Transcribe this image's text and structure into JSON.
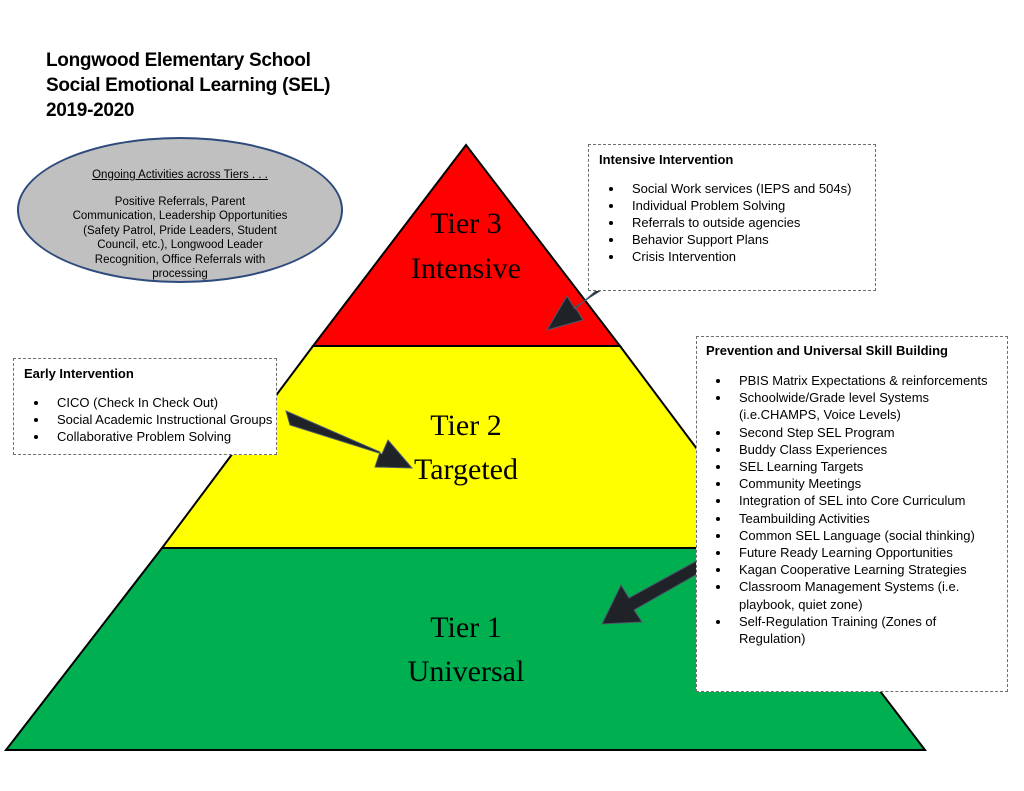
{
  "header": {
    "line1": "Longwood Elementary School",
    "line2": "Social Emotional Learning (SEL)",
    "line3": "2019-2020"
  },
  "pyramid": {
    "colors": {
      "tier3": "#ff0000",
      "tier2": "#ffff00",
      "tier1": "#00b050",
      "arrow": "#1f2328"
    },
    "tier3": {
      "name": "Tier 3",
      "label": "Intensive"
    },
    "tier2": {
      "name": "Tier 2",
      "label": "Targeted"
    },
    "tier1": {
      "name": "Tier 1",
      "label": "Universal"
    }
  },
  "ongoing": {
    "heading": "Ongoing Activities across Tiers . . .",
    "body": "Positive Referrals, Parent Communication, Leadership Opportunities (Safety Patrol, Pride Leaders, Student Council, etc.), Longwood Leader Recognition, Office Referrals with processing"
  },
  "intensive_box": {
    "title": "Intensive Intervention",
    "items": [
      "Social Work services (IEPS and 504s)",
      "Individual Problem Solving",
      "Referrals to outside agencies",
      "Behavior Support Plans",
      "Crisis Intervention"
    ]
  },
  "early_box": {
    "title": "Early Intervention",
    "items": [
      "CICO (Check In Check Out)",
      "Social Academic Instructional Groups",
      "Collaborative Problem Solving"
    ]
  },
  "prevention_box": {
    "title": "Prevention and Universal Skill Building",
    "items": [
      "PBIS Matrix Expectations & reinforcements",
      "Schoolwide/Grade level Systems (i.e.CHAMPS, Voice Levels)",
      "Second Step SEL Program",
      "Buddy Class Experiences",
      "SEL Learning Targets",
      "Community Meetings",
      "Integration of SEL into Core Curriculum",
      "Teambuilding Activities",
      "Common SEL Language (social thinking)",
      "Future Ready Learning Opportunities",
      "Kagan Cooperative Learning Strategies",
      "Classroom Management Systems (i.e. playbook, quiet zone)",
      "Self-Regulation Training (Zones of Regulation)"
    ]
  }
}
